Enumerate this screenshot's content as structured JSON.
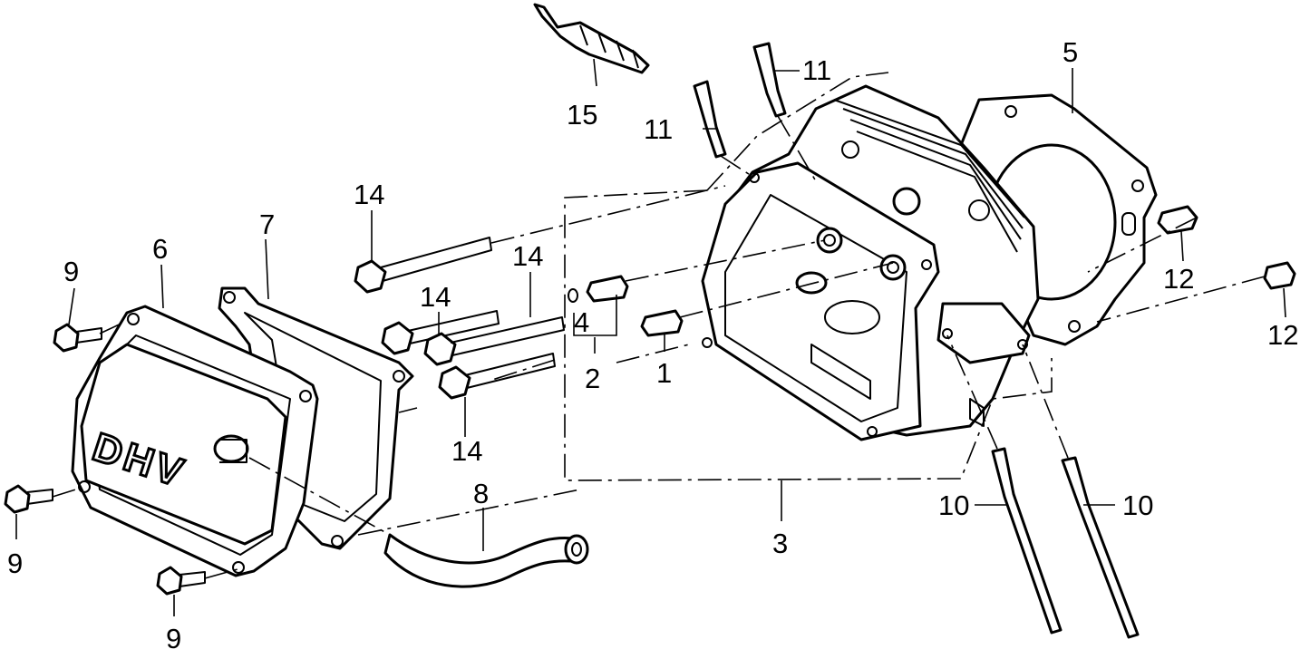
{
  "callouts": {
    "c1": "1",
    "c2": "2",
    "c3": "3",
    "c4": "4",
    "c5": "5",
    "c6": "6",
    "c7": "7",
    "c8": "8",
    "c9a": "9",
    "c9b": "9",
    "c9c": "9",
    "c10a": "10",
    "c10b": "10",
    "c11a": "11",
    "c11b": "11",
    "c12a": "12",
    "c12b": "12",
    "c14a": "14",
    "c14b": "14",
    "c14c": "14",
    "c14d": "14",
    "c15": "15"
  },
  "cover_logo": "DHV"
}
